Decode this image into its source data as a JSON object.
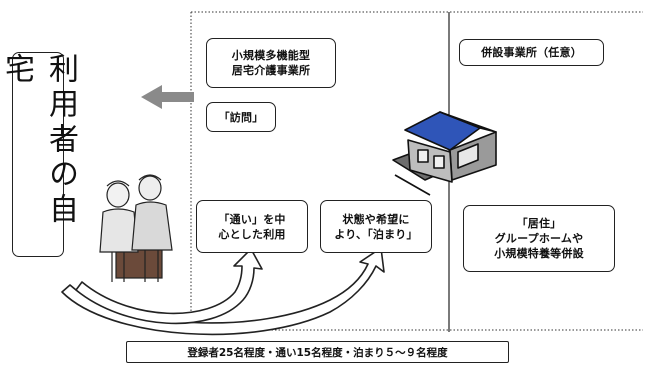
{
  "home": {
    "label": "利用者の自宅"
  },
  "facility": {
    "label": "小規模多機能型\n居宅介護事業所"
  },
  "visit": {
    "label": "「訪問」"
  },
  "annex": {
    "label": "併設事業所（任意）"
  },
  "day_use": {
    "label": "「通い」を中\n心とした利用"
  },
  "stay": {
    "label": "状態や希望に\nより、「泊まり」"
  },
  "residence": {
    "label": "「居住」\nグループホームや\n小規模特養等併設"
  },
  "footer": {
    "label": "登録者25名程度・通い15名程度・泊まり５～９名程度"
  }
}
